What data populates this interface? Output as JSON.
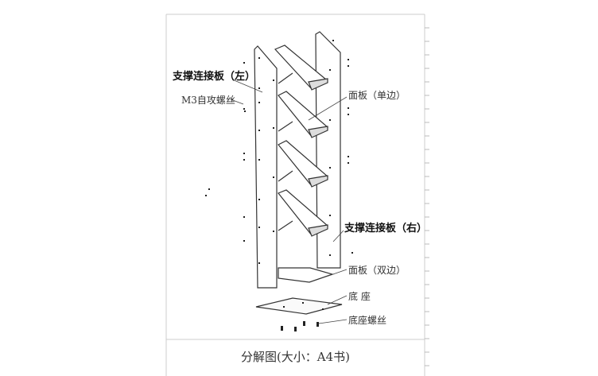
{
  "labels": {
    "support_left": "支撑连接板（左）",
    "m3_screw": "M3自攻螺丝",
    "panel_single": "面板（单边）",
    "support_right": "支撑连接板（右）",
    "panel_double": "面板（双边）",
    "base": "底 座",
    "base_screw": "底座螺丝"
  },
  "caption": "分解图(大小：A4书)"
}
